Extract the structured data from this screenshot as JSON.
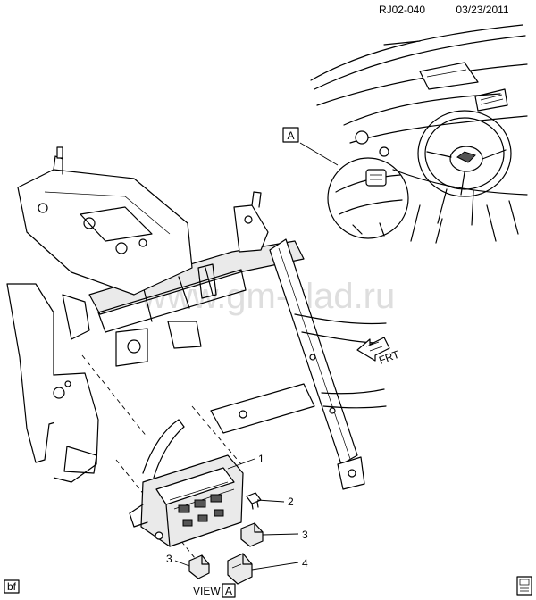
{
  "header": {
    "code": "RJ02-040",
    "date": "03/23/2011"
  },
  "watermark": "www.gm-klad.ru",
  "callouts": {
    "c1": "1",
    "c2": "2",
    "c3a": "3",
    "c3b": "3",
    "c4": "4"
  },
  "view": {
    "box_letter": "A",
    "caption": "VIEW",
    "caption_letter": "A"
  },
  "direction": {
    "label": "FRT"
  },
  "corner_tag": "bf"
}
